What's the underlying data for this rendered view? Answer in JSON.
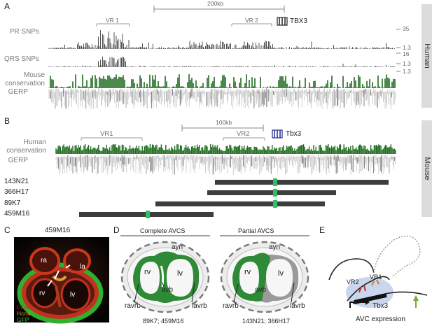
{
  "panels": {
    "a": "A",
    "b": "B",
    "c": "C",
    "d": "D",
    "e": "E"
  },
  "panel_a": {
    "scale": "200kb",
    "regions": [
      "VR 1",
      "VR 2"
    ],
    "gene": "TBX3",
    "tracks": [
      "PR SNPs",
      "QRS SNPs",
      "Mouse conservation",
      "GERP"
    ],
    "scale_values": [
      "35",
      "1.3",
      "16",
      "1.3",
      "1.3"
    ],
    "side_label": "Human"
  },
  "panel_b": {
    "scale": "100kb",
    "regions": [
      "VR1",
      "VR2"
    ],
    "gene": "Tbx3",
    "tracks": [
      "Human conservation",
      "GERP"
    ],
    "bacs": [
      "143N21",
      "366H17",
      "89K7",
      "459M16"
    ],
    "side_label": "Mouse"
  },
  "panel_c": {
    "title": "459M16",
    "labels": [
      "ra",
      "la",
      "rv",
      "lv"
    ],
    "legend": [
      "cTnI",
      "Hcn4",
      "GFP"
    ],
    "legend_colors": [
      "#cc2a1c",
      "#d88a2a",
      "#3ec23a"
    ]
  },
  "panel_d": {
    "left_title": "Complete AVCS",
    "right_title": "Partial AVCS",
    "left_labels": [
      "ayn",
      "rv",
      "lv",
      "avb",
      "ravrb",
      "lavrb"
    ],
    "right_labels": [
      "ayn",
      "rv",
      "lv",
      "avb",
      "ravrb",
      "lavrb"
    ],
    "left_caption": "89K7; 459M16",
    "right_caption": "143N21; 366H17"
  },
  "panel_e": {
    "labels": [
      "VR2",
      "VR1",
      "Tbx3"
    ],
    "caption": "AVC expression"
  }
}
